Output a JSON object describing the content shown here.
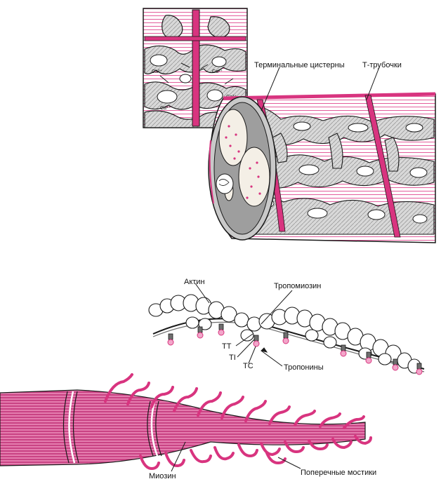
{
  "colors": {
    "magenta": "#d8347f",
    "pink_light": "#f2a6c9",
    "gray_fill": "#bdbdbd",
    "gray_dark": "#6f6f6f",
    "ink": "#1a1a1a"
  },
  "top_diagram": {
    "label_terminal_cisterns": "Терминальные цистерны",
    "label_t_tubules": "Т-трубочки",
    "inset_ca_labels": [
      "Ca²⁺",
      "Ca²⁺",
      "Ca²⁺",
      "Ca²⁺"
    ]
  },
  "bottom_diagram": {
    "label_actin": "Актин",
    "label_tropomyosin": "Тропомиозин",
    "label_tt": "TT",
    "label_ti": "TI",
    "label_tc": "TC",
    "label_troponins": "Тропонины",
    "label_myosin": "Миозин",
    "label_cross_bridges": "Поперечные мостики"
  }
}
